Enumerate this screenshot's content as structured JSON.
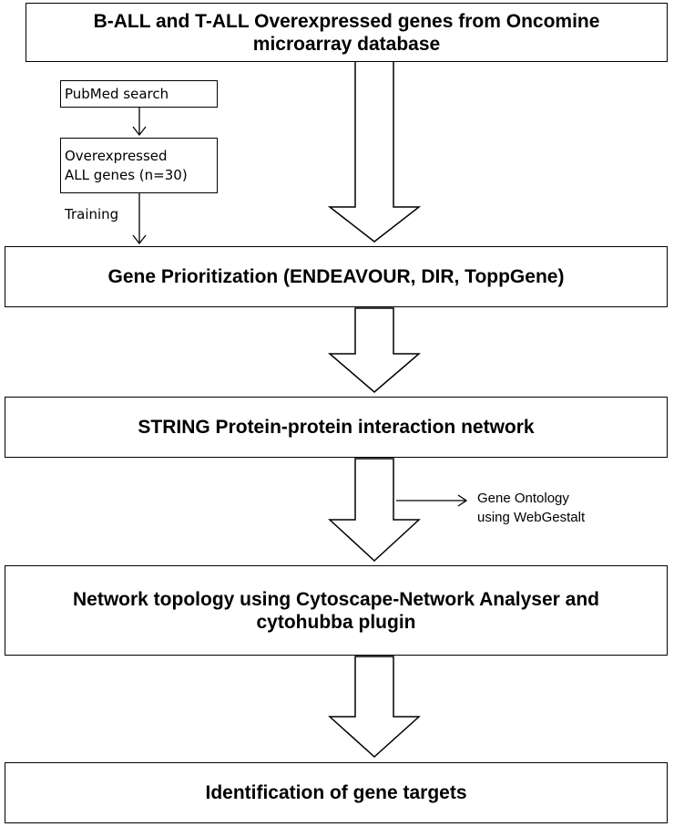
{
  "boxes": {
    "oncomine": {
      "line1": "B-ALL and T-ALL Overexpressed genes from Oncomine",
      "line2": "microarray database"
    },
    "pubmed": "PubMed search",
    "overexpressed": {
      "line1": "Overexpressed",
      "line2": "ALL genes (n=30)"
    },
    "prioritization": "Gene Prioritization (ENDEAVOUR, DIR, ToppGene)",
    "string": "STRING Protein-protein interaction network",
    "topology": {
      "line1": "Network topology using Cytoscape-Network Analyser and",
      "line2": "cytohubba plugin"
    },
    "targets": "Identification of gene targets"
  },
  "labels": {
    "training": "Training",
    "gene_ontology": {
      "line1": "Gene Ontology",
      "line2": "using WebGestalt"
    }
  }
}
